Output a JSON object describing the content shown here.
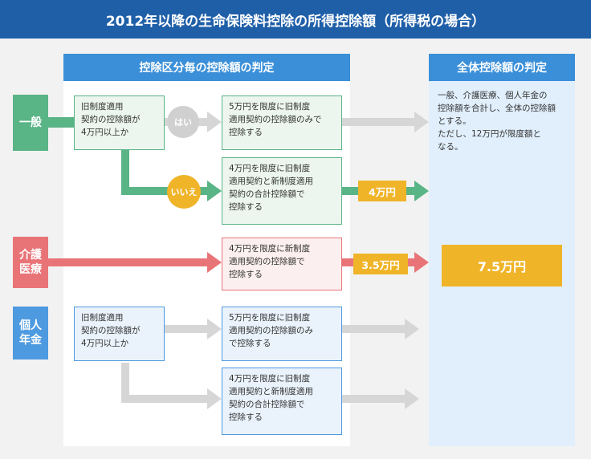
{
  "title": "2012年以降の生命保険料控除の所得控除額（所得税の場合）",
  "left_header": "控除区分毎の控除額の判定",
  "right_header": "全体控除額の判定",
  "categories": {
    "general": "一般",
    "care": "介護\n医療",
    "pension": "個人\n年金"
  },
  "general": {
    "question": "旧制度適用\n契約の控除額が\n4万円以上か",
    "yes_label": "はい",
    "no_label": "いいえ",
    "yes_result": "5万円を限度に旧制度\n適用契約の控除額のみで\n控除する",
    "no_result": "4万円を限度に旧制度\n適用契約と新制度適用\n契約の合計控除額で\n控除する",
    "amount": "4万円"
  },
  "care": {
    "result": "4万円を限度に新制度\n適用契約の控除額で\n控除する",
    "amount": "3.5万円"
  },
  "pension": {
    "question": "旧制度適用\n契約の控除額が\n4万円以上か",
    "yes_result": "5万円を限度に旧制度\n適用契約の控除額のみ\nで控除する",
    "no_result": "4万円を限度に旧制度\n適用契約と新制度適用\n契約の合計控除額で\n控除する"
  },
  "total": {
    "note": "一般、介護医療、個人年金の\n控除額を合計し、全体の控除額\nとする。\nただし、12万円が限度額と\nなる。",
    "amount": "7.5万円"
  },
  "colors": {
    "title_bg": "#1f5fa8",
    "header_bg": "#3a8fd8",
    "green": "#59b486",
    "pink": "#e97478",
    "blue": "#4e9ae0",
    "gray_arrow": "#d6d6d6",
    "amount_bg": "#f0b429"
  }
}
